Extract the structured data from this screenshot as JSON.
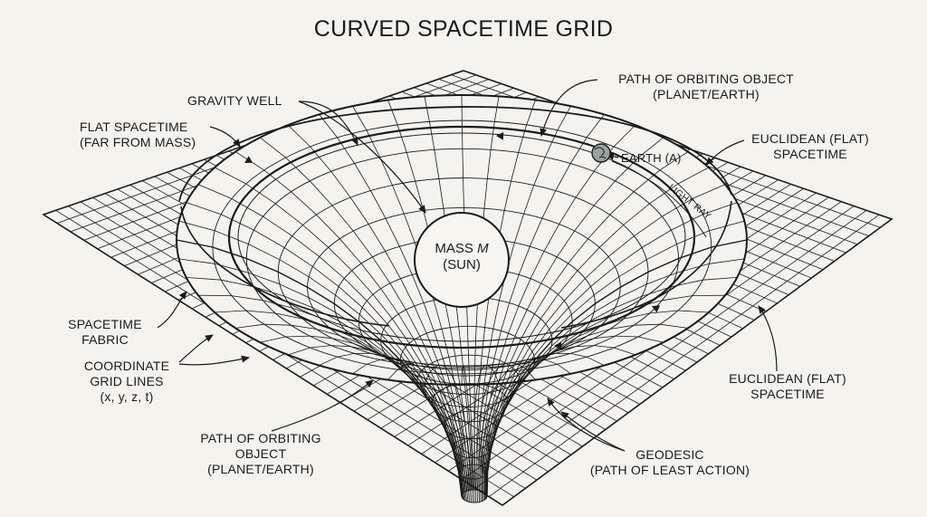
{
  "title": "CURVED SPACETIME GRID",
  "mass": {
    "prefix": "MASS",
    "symbol": "M",
    "line2": "(SUN)"
  },
  "labels": {
    "gravity_well": "GRAVITY WELL",
    "path_top_1": "PATH OF ORBITING OBJECT",
    "path_top_2": "(PLANET/EARTH)",
    "flat_left_1": "FLAT SPACETIME",
    "flat_left_2": "(FAR FROM MASS)",
    "euclid_top_1": "EUCLIDEAN (FLAT)",
    "euclid_top_2": "SPACETIME",
    "earth": "EARTH (A)",
    "light_ray": "LIGHT RAY",
    "fabric_1": "SPACETIME",
    "fabric_2": "FABRIC",
    "coord_1": "COORDINATE",
    "coord_2": "GRID LINES",
    "coord_3": "(x, y, z, t)",
    "euclid_bot_1": "EUCLIDEAN (FLAT)",
    "euclid_bot_2": "SPACETIME",
    "path_bot_1": "PATH OF ORBITING",
    "path_bot_2": "OBJECT",
    "path_bot_3": "(PLANET/EARTH)",
    "geodesic_1": "GEODESIC",
    "geodesic_2": "(PATH OF LEAST ACTION)"
  },
  "colors": {
    "ink": "#1b1b1b",
    "paper": "#f4f3ee",
    "sun": "#f7f6f1",
    "earth": "#9aa3a0"
  }
}
